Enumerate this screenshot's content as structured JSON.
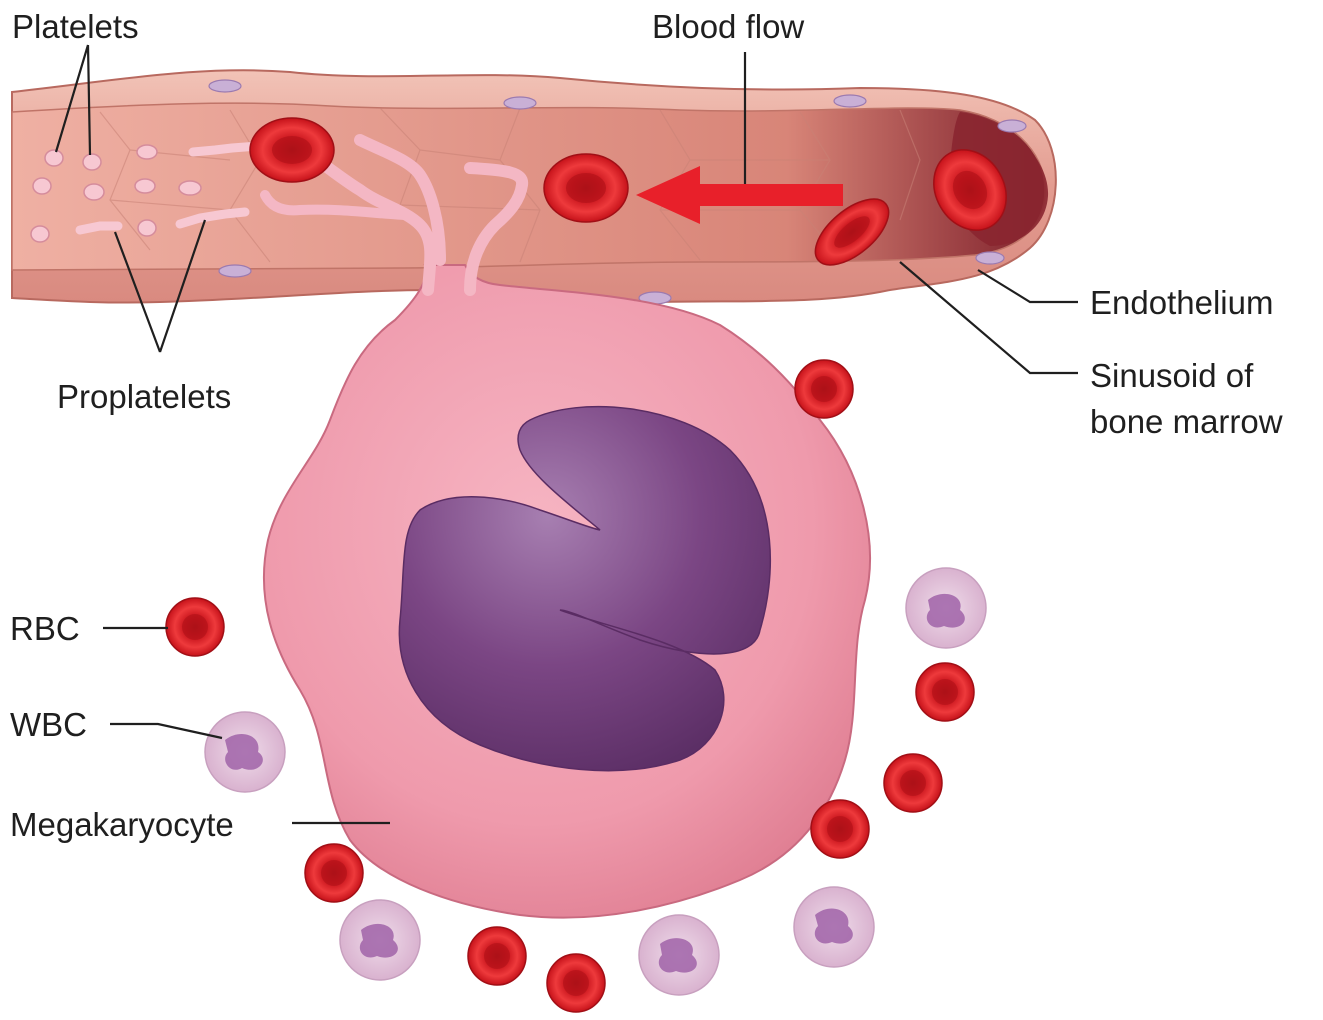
{
  "labels": {
    "platelets": "Platelets",
    "blood_flow": "Blood flow",
    "proplatelets": "Proplatelets",
    "endothelium": "Endothelium",
    "sinusoid_line1": "Sinusoid of",
    "sinusoid_line2": "bone marrow",
    "rbc": "RBC",
    "wbc": "WBC",
    "megakaryocyte": "Megakaryocyte"
  },
  "colors": {
    "vessel_wall": "#e8a79c",
    "vessel_lumen": "#e4a092",
    "vessel_inner_dark": "#8e2a32",
    "megakaryocyte": "#ef9bab",
    "nucleus": "#7c4a84",
    "rbc": "#d71c24",
    "wbc": "#e6c8dc",
    "wbc_nucleus": "#a063a8",
    "arrow": "#e8202a",
    "platelet": "#f7c8d2"
  }
}
